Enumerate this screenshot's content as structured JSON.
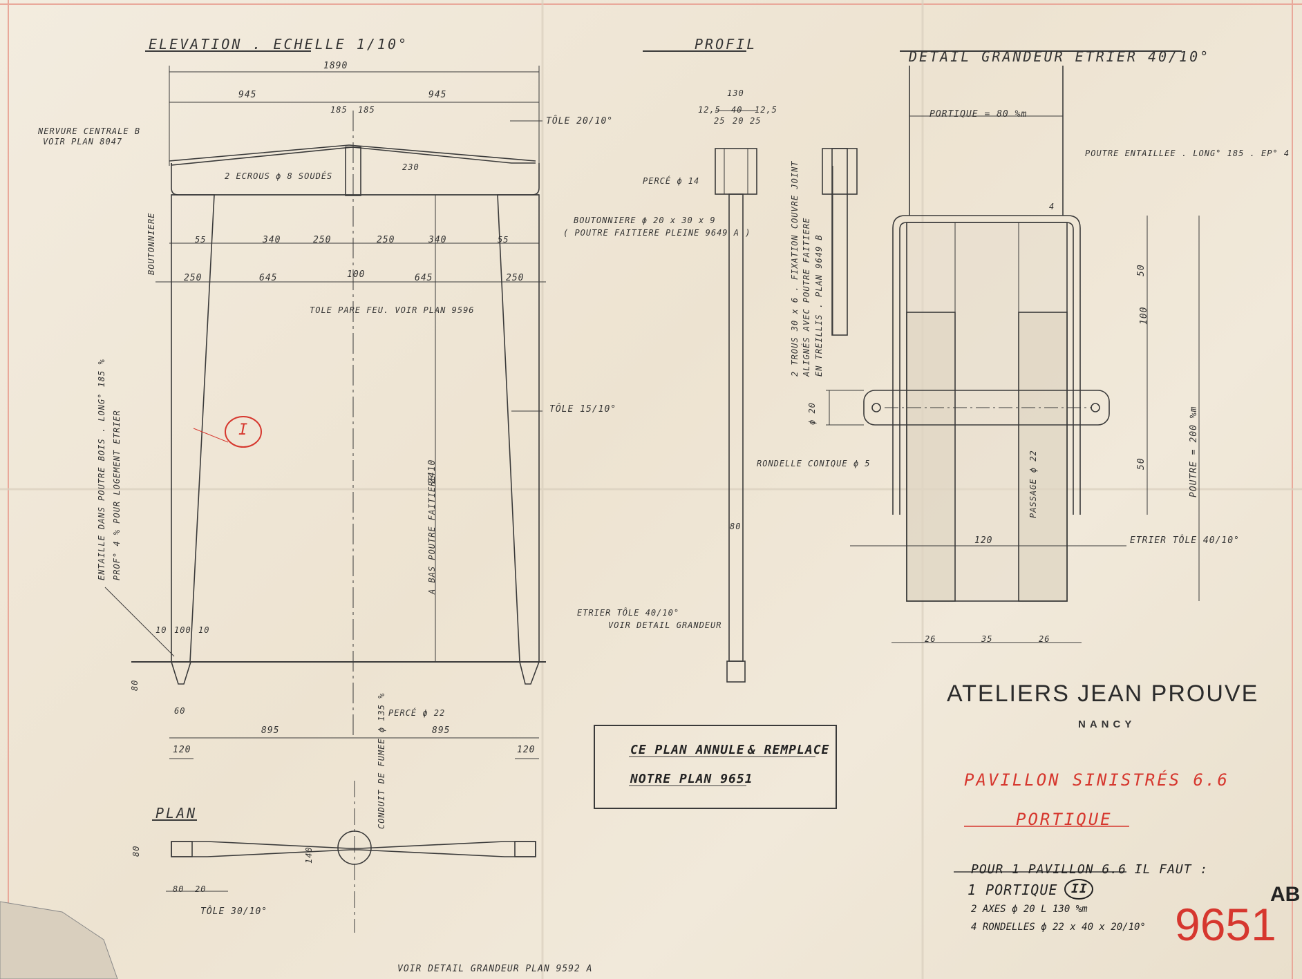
{
  "views": {
    "elevation_title": "ELEVATION . ECHELLE 1/10°",
    "profile_title": "PROFIL",
    "detail_title": "DETAIL GRANDEUR ETRIER 40/10°",
    "plan_title": "PLAN"
  },
  "elevation": {
    "dim_total": "1890",
    "dim_half_left": "945",
    "dim_half_right": "945",
    "dim_185_left": "185",
    "dim_185_right": "185",
    "dim_340_left": "340",
    "dim_250_left": "250",
    "dim_250_right": "250",
    "dim_340_right": "340",
    "dim_55_left": "55",
    "dim_55_right": "55",
    "dim_side_left": "250",
    "dim_645_left": "645",
    "dim_100": "100",
    "dim_645_right": "645",
    "dim_side_right": "250",
    "dim_height": "2410",
    "dim_230": "230",
    "dim_base_10_left": "10",
    "dim_base_100": "100",
    "dim_base_10_right": "10",
    "dim_895_left": "895",
    "dim_895_right": "895",
    "dim_120_left": "120",
    "dim_120_right": "120",
    "dim_60": "60",
    "dim_80": "80",
    "note_nervure_1": "NERVURE CENTRALE B",
    "note_nervure_2": "VOIR PLAN 8047",
    "note_tole_top": "TÔLE 20/10°",
    "note_tole_mid": "TÔLE 15/10°",
    "note_etrier_1": "ETRIER TÔLE 40/10°",
    "note_etrier_2": "VOIR DETAIL GRANDEUR",
    "note_tole_pare_feu": "TOLE PARE FEU. VOIR PLAN 9596",
    "note_perce": "PERCÉ ϕ 22",
    "note_ecrous": "2 ECROUS ϕ 8 SOUDÉS",
    "note_boutonniere": "BOUTONNIERE",
    "note_entaille_1": "ENTAILLE DANS POUTRE BOIS . LONG° 185 %",
    "note_entaille_2": "PROF° 4 % POUR LOGEMENT ETRIER",
    "note_bas_poutre": "A BAS POUTRE FAITIERE",
    "red_mark": "I"
  },
  "profile": {
    "dim_130": "130",
    "dim_12_5_left": "12,5",
    "dim_12_5_right": "12,5",
    "dim_40": "40",
    "dim_25_left": "25",
    "dim_25_right": "25",
    "dim_20": "20",
    "dim_80": "80",
    "note_perce": "PERCÉ ϕ 14",
    "note_bouton_1": "BOUTONNIERE ϕ 20 x 30 x 9",
    "note_bouton_2": "( POUTRE FAITIERE PLEINE 9649 A )",
    "note_trous_1": "2 TROUS 30 x 6 . FIXATION COUVRE JOINT",
    "note_trous_2": "ALIGNÉS AVEC POUTRE FAITIERE",
    "note_trous_3": "EN TREILLIS . PLAN 9649 B",
    "note_rondelle": "RONDELLE CONIQUE ϕ 5"
  },
  "detail": {
    "portique": "PORTIQUE = 80 %m",
    "poutre_entaillee": "POUTRE ENTAILLEE . LONG° 185 . EP° 4",
    "dim_4": "4",
    "dim_50_top": "50",
    "dim_100": "100",
    "dim_50_bottom": "50",
    "dim_poutre": "POUTRE = 200 %m",
    "dim_phi20": "ϕ 20",
    "passage": "PASSAGE ϕ 22",
    "dim_120": "120",
    "etrier": "ETRIER TÔLE 40/10°",
    "dim_26_left": "26",
    "dim_35": "35",
    "dim_26_right": "26"
  },
  "plan": {
    "dim_80": "80",
    "dim_80b": "80",
    "dim_20": "20",
    "dim_140": "140",
    "conduit": "CONDUIT DE FUMEE ϕ 135 %",
    "tole": "TÔLE 30/10°",
    "voir_detail": "VOIR DETAIL GRANDEUR PLAN 9592 A"
  },
  "notice": {
    "line1a": "CE PLAN ANNULE",
    "line1b": "& REMPLACE",
    "line2": "NOTRE PLAN 9651"
  },
  "title_block": {
    "company": "ATELIERS JEAN PROUVE",
    "city": "NANCY",
    "project": "PAVILLON SINISTRÉS 6.6",
    "part": "PORTIQUE",
    "requirement": "POUR 1 PAVILLON 6.6 IL FAUT :",
    "item1": "1 PORTIQUE",
    "item1_mark": "II",
    "item2": "2 AXES ϕ 20 L 130 %m",
    "item3": "4 RONDELLES ϕ 22 x 40 x 20/10°",
    "plan_number": "9651",
    "revision": "AB"
  },
  "colors": {
    "paper": "#efe6d6",
    "ink": "#2a2a2a",
    "red_ink": "#d6372e",
    "border_red": "#e9a89a"
  }
}
